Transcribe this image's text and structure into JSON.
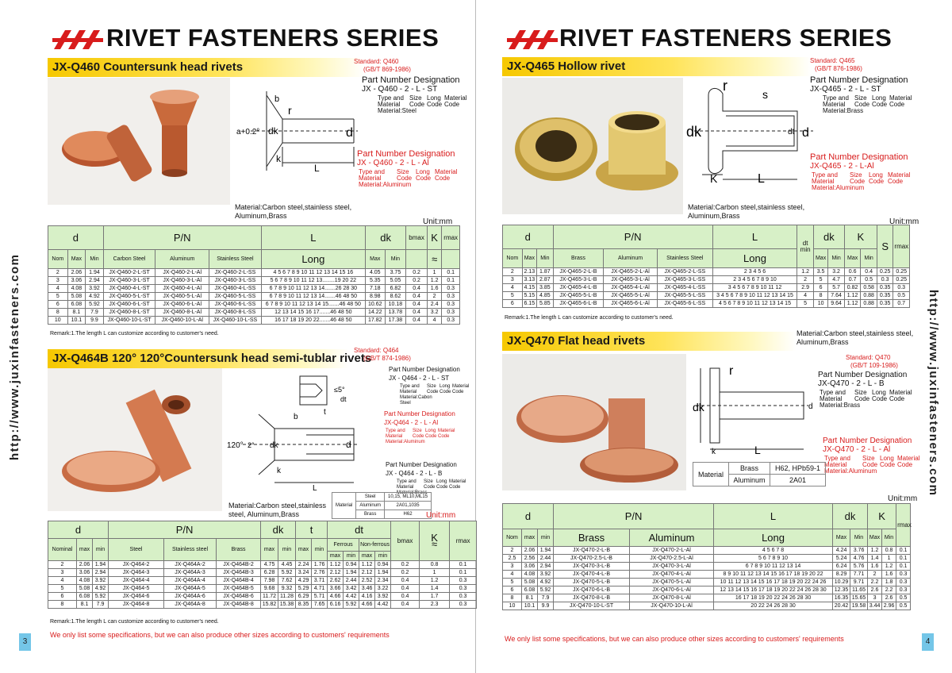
{
  "brand": {
    "title": "RIVET FASTENERS SERIES",
    "url": "http://www.juxinfasteners.com",
    "logo_color": "#d81c1c"
  },
  "footer_note": "We only list some specifications, but we can also produce other sizes according to customers' requirements",
  "remark": "Remark:1.The length L can customize according to customer's need.",
  "pages": {
    "left_number": "3",
    "right_number": "4"
  },
  "q460": {
    "heading": "JX-Q460 Countersunk head rivets",
    "standard": "Standard: Q460",
    "standard_ref": "(GB/T 869-1986)",
    "pnd_title": "Part Number Designation",
    "pnd_code": "JX - Q460  -  2 -  L - ST",
    "pnd_codes": [
      "Type and Material Material:Steel",
      "Size Code",
      "Long Code",
      "Material Code"
    ],
    "pnd2_title": "Part Number Designation",
    "pnd2_code": "JX - Q460 - 2 - L - Al",
    "pnd2_codes": [
      "Type and Material Material:Aluminum",
      "Size Code",
      "Long Code",
      "Material Code"
    ],
    "material": "Material:Carbon steel,stainless steel, Aluminum,Brass",
    "unit": "Unit:mm",
    "labels": {
      "b": "b",
      "r": "r",
      "d": "d",
      "dk": "dk",
      "k": "k",
      "L": "L",
      "angle": "a+0.2°"
    },
    "head": [
      "d",
      "P/N",
      "L",
      "dk",
      "bmax",
      "K",
      "rmax"
    ],
    "sub": [
      "Nom",
      "Max",
      "Min",
      "Carbon Steel",
      "Aluminum",
      "Stainless Steel",
      "Long",
      "Max",
      "Min",
      "≈"
    ],
    "rows": [
      [
        "2",
        "2.06",
        "1.94",
        "JX-Q460-2-L-ST",
        "JX-Q460-2-L-Al",
        "JX-Q460-2-L-SS",
        "4 5 6 7 8 9 10 11 12 13 14 15 16",
        "4.05",
        "3.75",
        "0.2",
        "1",
        "0.1"
      ],
      [
        "3",
        "3.06",
        "2.94",
        "JX-Q460-3-L-ST",
        "JX-Q460-3-L-Al",
        "JX-Q460-3-L-SS",
        "5 6 7 8 9 10 11 12 13........19 20 22",
        "5.35",
        "5.05",
        "0.2",
        "1.2",
        "0.1"
      ],
      [
        "4",
        "4.08",
        "3.92",
        "JX-Q460-4-L-ST",
        "JX-Q460-4-L-Al",
        "JX-Q460-4-L-SS",
        "6 7 8 9 10 11 12 13 14.......26 28 30",
        "7.18",
        "6.82",
        "0.4",
        "1.6",
        "0.3"
      ],
      [
        "5",
        "5.08",
        "4.92",
        "JX-Q460-5-L-ST",
        "JX-Q460-5-L-Al",
        "JX-Q460-5-L-SS",
        "6 7 8 9 10 11 12 13 14.......46 48 50",
        "8.98",
        "8.62",
        "0.4",
        "2",
        "0.3"
      ],
      [
        "6",
        "6.08",
        "5.92",
        "JX-Q460-6-L-ST",
        "JX-Q460-6-L-Al",
        "JX-Q460-6-L-SS",
        "6 7 8 9 10 11 12 13 14 15.......46 48 50",
        "10.62",
        "10.18",
        "0.4",
        "2.4",
        "0.3"
      ],
      [
        "8",
        "8.1",
        "7.9",
        "JX-Q460-8-L-ST",
        "JX-Q460-8-L-Al",
        "JX-Q460-8-L-SS",
        "12 13 14 15 16 17.......46 48 50",
        "14.22",
        "13.78",
        "0.4",
        "3.2",
        "0.3"
      ],
      [
        "10",
        "10.1",
        "9.9",
        "JX-Q460-10-L-ST",
        "JX-Q460-10-L-Al",
        "JX-Q460-10-L-SS",
        "16 17 18 19 20 22.......46 48 50",
        "17.82",
        "17.38",
        "0.4",
        "4",
        "0.3"
      ]
    ]
  },
  "q464": {
    "heading": "JX-Q464B 120°   120°Countersunk head semi-tublar rivets",
    "standard": "Standard: Q464",
    "standard_ref": "(GB/T 874-1986)",
    "pnd_title": "Part Number Designation",
    "pnd_code": "JX - Q464  -  2  - L - ST",
    "pnd_codes": [
      "Type and Material Material:Cabon Steel",
      "Size Code",
      "Long Code",
      "Material Code"
    ],
    "pnd2_title": "Part Number Designation",
    "pnd2_code": "JX-Q464 - 2 - L - Al",
    "pnd2_codes": [
      "Type and Material Material:Aluminum",
      "Size Code",
      "Long Code",
      "Material Code"
    ],
    "pnd3_title": "Part Number Designation",
    "pnd3_code": "JX - Q464 - 2 - L - B",
    "pnd3_codes": [
      "Type and Material Material:Brass",
      "Size Code",
      "Long Code",
      "Material Code"
    ],
    "material": "Material:Carbon steel,stainless steel, Aluminum,Brass",
    "unit": "Unit:mm",
    "mat_rows": [
      [
        "Material",
        "Steel",
        "10,15, ML10,ML15"
      ],
      [
        "",
        "Aluminum",
        "2A01,1035"
      ],
      [
        "",
        "Brass",
        "H62"
      ]
    ],
    "labels": {
      "b": "b",
      "a": "120°",
      "two": "2°",
      "d": "d",
      "dk": "dk",
      "k": "k",
      "L": "L",
      "t": "t",
      "dt": "dt",
      "deg": "≤5°"
    },
    "head": [
      "d",
      "P/N",
      "dk",
      "t",
      "dt",
      "bmax",
      "K",
      "rmax"
    ],
    "sub": [
      "Nominal",
      "max",
      "min",
      "Steel",
      "Stainless steel",
      "Brass",
      "max",
      "min",
      "max",
      "min",
      "Ferrous",
      "Non-ferrous",
      "max",
      "min",
      "max",
      "min",
      "≈"
    ],
    "rows": [
      [
        "2",
        "2.06",
        "1.94",
        "JX-Q464-2",
        "JX-Q464A-2",
        "JX-Q464B-2",
        "4.75",
        "4.45",
        "2.24",
        "1.76",
        "1.12",
        "0.94",
        "1.12",
        "0.94",
        "0.2",
        "0.8",
        "0.1"
      ],
      [
        "3",
        "3.06",
        "2.94",
        "JX-Q464-3",
        "JX-Q464A-3",
        "JX-Q464B-3",
        "6.28",
        "5.92",
        "3.24",
        "2.76",
        "2.12",
        "1.94",
        "2.12",
        "1.94",
        "0.2",
        "1",
        "0.1"
      ],
      [
        "4",
        "4.08",
        "3.92",
        "JX-Q464-4",
        "JX-Q464A-4",
        "JX-Q464B-4",
        "7.98",
        "7.62",
        "4.29",
        "3.71",
        "2.62",
        "2.44",
        "2.52",
        "2.34",
        "0.4",
        "1.2",
        "0.3"
      ],
      [
        "5",
        "5.08",
        "4.92",
        "JX-Q464-5",
        "JX-Q464A-5",
        "JX-Q464B-5",
        "9.68",
        "9.32",
        "5.29",
        "4.71",
        "3.66",
        "3.42",
        "3.46",
        "3.22",
        "0.4",
        "1.4",
        "0.3"
      ],
      [
        "6",
        "6.08",
        "5.92",
        "JX-Q464-6",
        "JX-Q464A-6",
        "JX-Q464B-6",
        "11.72",
        "11.28",
        "6.29",
        "5.71",
        "4.66",
        "4.42",
        "4.16",
        "3.92",
        "0.4",
        "1.7",
        "0.3"
      ],
      [
        "8",
        "8.1",
        "7.9",
        "JX-Q464-8",
        "JX-Q464A-8",
        "JX-Q464B-8",
        "15.82",
        "15.38",
        "8.35",
        "7.65",
        "6.16",
        "5.92",
        "4.66",
        "4.42",
        "0.4",
        "2.3",
        "0.3"
      ]
    ]
  },
  "q465": {
    "heading": "JX-Q465 Hollow rivet",
    "standard": "Standard: Q465",
    "standard_ref": "(GB/T 876-1986)",
    "pnd_title": "Part Number Designation",
    "pnd_code": "JX-Q465  -  2  - L - ST",
    "pnd_codes": [
      "Type and Material Material:Brass",
      "Size Code",
      "Long Code",
      "Material Code"
    ],
    "pnd2_title": "Part Number Designation",
    "pnd2_code": "JX-Q465 - 2 - L-Al",
    "pnd2_codes": [
      "Type and Material Material:Aluminum",
      "Size Code",
      "Long Code",
      "Material Code"
    ],
    "material": "Material:Carbon steel,stainless steel, Aluminum,Brass",
    "unit": "Unit:mm",
    "labels": {
      "r": "r",
      "s": "s",
      "dk": "dk",
      "dt": "dt",
      "d": "d",
      "K": "K",
      "L": "L"
    },
    "head": [
      "d",
      "P/N",
      "L",
      "dt min",
      "dk",
      "K",
      "S",
      "rmax"
    ],
    "sub": [
      "Nom",
      "Max",
      "Min",
      "Brass",
      "Aluminum",
      "Stainless Steel",
      "Long",
      "Max",
      "Min",
      "Max",
      "Min"
    ],
    "rows": [
      [
        "2",
        "2.13",
        "1.87",
        "JX-Q465-2-L-B",
        "JX-Q465-2-L-Al",
        "JX-Q465-2-L-SS",
        "2 3 4 5 6",
        "1.2",
        "3.5",
        "3.2",
        "0.6",
        "0.4",
        "0.25",
        "0.25"
      ],
      [
        "3",
        "3.13",
        "2.87",
        "JX-Q465-3-L-B",
        "JX-Q465-3-L-Al",
        "JX-Q465-3-L-SS",
        "2 3 4 5 6 7 8 9 10",
        "2",
        "5",
        "4.7",
        "0.7",
        "0.5",
        "0.3",
        "0.25"
      ],
      [
        "4",
        "4.15",
        "3.85",
        "JX-Q465-4-L-B",
        "JX-Q465-4-L-Al",
        "JX-Q465-4-L-SS",
        "3 4 5 6 7 8 9 10 11 12",
        "2.9",
        "6",
        "5.7",
        "0.82",
        "0.58",
        "0.35",
        "0.3"
      ],
      [
        "5",
        "5.15",
        "4.85",
        "JX-Q465-5-L-B",
        "JX-Q465-5-L-Al",
        "JX-Q465-5-L-SS",
        "3 4 5 6 7 8 9 10 11 12 13 14 15",
        "4",
        "8",
        "7.64",
        "1.12",
        "0.88",
        "0.35",
        "0.5"
      ],
      [
        "6",
        "6.15",
        "5.85",
        "JX-Q465-6-L-B",
        "JX-Q465-6-L-Al",
        "JX-Q465-6-L-SS",
        "4 5 6 7 8 9 10 11 12 13 14 15",
        "5",
        "10",
        "9.64",
        "1.12",
        "0.88",
        "0.35",
        "0.7"
      ]
    ]
  },
  "q470": {
    "heading": "JX-Q470 Flat head rivets",
    "standard": "Standard: Q470",
    "standard_ref": "(GB/T 109-1986)",
    "pnd_title": "Part Number Designation",
    "pnd_code": "JX-Q470 - 2 - L  -  B",
    "pnd_codes": [
      "Type and Material Material:Brass",
      "Size Code",
      "Long Code",
      "Material Code"
    ],
    "pnd2_title": "Part Number Designation",
    "pnd2_code": "JX-Q470 - 2 - L - Al",
    "pnd2_codes": [
      "Type and Material Material:Aluminum",
      "Size Code",
      "Long Code",
      "Material Code"
    ],
    "material": "Material:Carbon steel,stainless steel, Aluminum,Brass",
    "unit": "Unit:mm",
    "mat_rows": [
      [
        "Material",
        "Brass",
        "H62, HPb59-1"
      ],
      [
        "",
        "Aluminum",
        "2A01"
      ]
    ],
    "labels": {
      "r": "r",
      "dk": "dk",
      "d": "d",
      "k": "k",
      "L": "L"
    },
    "head": [
      "d",
      "P/N",
      "L",
      "dk",
      "K",
      "rmax"
    ],
    "sub": [
      "Nom",
      "max",
      "min",
      "Brass",
      "Aluminum",
      "Long",
      "Max",
      "Min",
      "Max",
      "Min"
    ],
    "rows": [
      [
        "2",
        "2.06",
        "1.94",
        "JX-Q470-2-L-B",
        "JX-Q470-2-L-Al",
        "4 5 6 7 8",
        "4.24",
        "3.76",
        "1.2",
        "0.8",
        "0.1"
      ],
      [
        "2.5",
        "2.56",
        "2.44",
        "JX-Q470-2.5-L-B",
        "JX-Q470-2.5-L-Al",
        "5 6 7 8 9 10",
        "5.24",
        "4.76",
        "1.4",
        "1",
        "0.1"
      ],
      [
        "3",
        "3.06",
        "2.94",
        "JX-Q470-3-L-B",
        "JX-Q470-3-L-Al",
        "6 7 8 9 10 11 12 13 14",
        "6.24",
        "5.76",
        "1.6",
        "1.2",
        "0.1"
      ],
      [
        "4",
        "4.08",
        "3.92",
        "JX-Q470-4-L-B",
        "JX-Q470-4-L-Al",
        "8 9 10 11 12 13 14 15 16 17 18 19 20 22",
        "8.29",
        "7.71",
        "2",
        "1.6",
        "0.3"
      ],
      [
        "5",
        "5.08",
        "4.92",
        "JX-Q470-5-L-B",
        "JX-Q470-5-L-Al",
        "10 11 12 13 14 15 16 17 18 19 20 22 24 26",
        "10.29",
        "9.71",
        "2.2",
        "1.8",
        "0.3"
      ],
      [
        "6",
        "6.08",
        "5.92",
        "JX-Q470-6-L-B",
        "JX-Q470-6-L-Al",
        "12 13 14 15 16 17 18 19 20 22 24 26 28 30",
        "12.35",
        "11.65",
        "2.6",
        "2.2",
        "0.3"
      ],
      [
        "8",
        "8.1",
        "7.9",
        "JX-Q470-8-L-B",
        "JX-Q470-8-L-Al",
        "16 17 18 19 20 22 24 26 28 30",
        "16.35",
        "15.65",
        "3",
        "2.6",
        "0.5"
      ],
      [
        "10",
        "10.1",
        "9.9",
        "JX-Q470-10-L-ST",
        "JX-Q470-10-L-Al",
        "20 22 24 26 28 30",
        "20.42",
        "19.58",
        "3.44",
        "2.96",
        "0.5"
      ]
    ]
  }
}
